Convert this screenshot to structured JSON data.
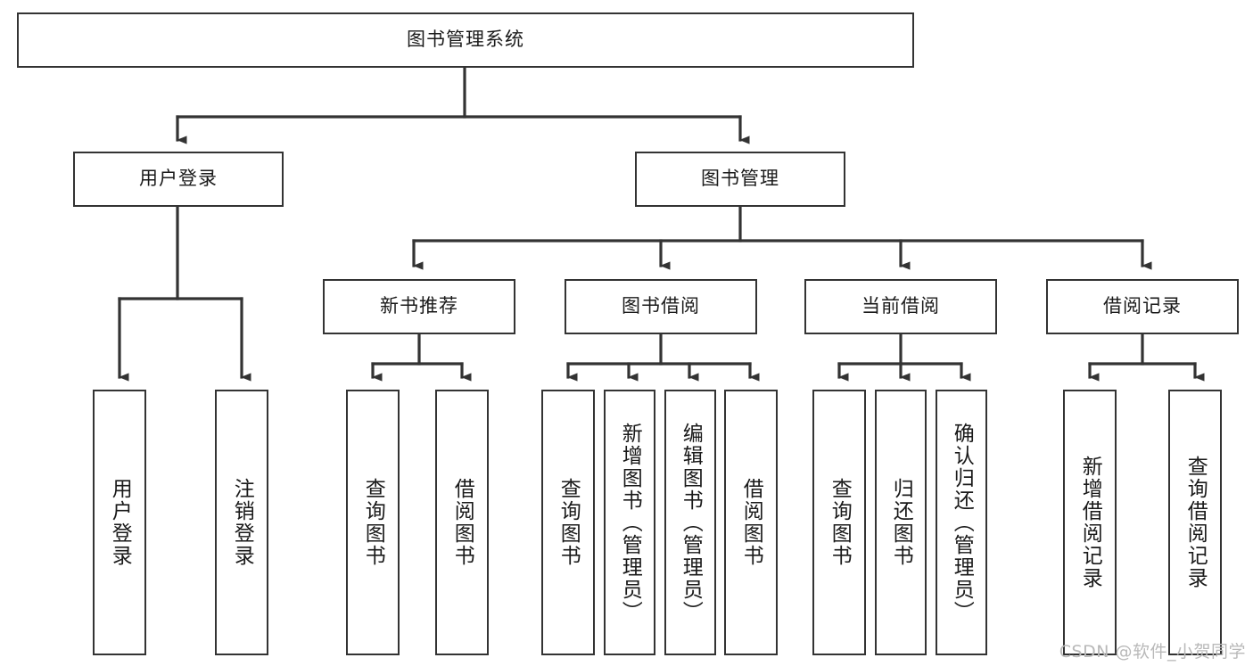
{
  "diagram": {
    "type": "tree",
    "title": "图书管理系统",
    "orientation": "top-down",
    "colors": {
      "box_border": "#333333",
      "box_fill": "#ffffff",
      "edge": "#333333",
      "text": "#1a1a1a",
      "watermark": "#b9b9b9",
      "background": "#ffffff"
    },
    "root": {
      "id": "root",
      "label": "图书管理系统"
    },
    "level2": [
      {
        "id": "user-login",
        "label": "用户登录"
      },
      {
        "id": "book-manage",
        "label": "图书管理"
      }
    ],
    "level3": [
      {
        "id": "new-book-rec",
        "label": "新书推荐",
        "parent": "book-manage"
      },
      {
        "id": "book-borrow",
        "label": "图书借阅",
        "parent": "book-manage"
      },
      {
        "id": "current-borrow",
        "label": "当前借阅",
        "parent": "book-manage"
      },
      {
        "id": "borrow-record",
        "label": "借阅记录",
        "parent": "book-manage"
      }
    ],
    "leaves": [
      {
        "id": "leaf-user-login",
        "label": "用户登录",
        "parent": "user-login"
      },
      {
        "id": "leaf-logout",
        "label": "注销登录",
        "parent": "user-login"
      },
      {
        "id": "leaf-query-book-1",
        "label": "查询图书",
        "parent": "new-book-rec"
      },
      {
        "id": "leaf-borrow-book-1",
        "label": "借阅图书",
        "parent": "new-book-rec"
      },
      {
        "id": "leaf-query-book-2",
        "label": "查询图书",
        "parent": "book-borrow"
      },
      {
        "id": "leaf-add-book",
        "label": "新增图书（管理员）",
        "parent": "book-borrow"
      },
      {
        "id": "leaf-edit-book",
        "label": "编辑图书（管理员）",
        "parent": "book-borrow"
      },
      {
        "id": "leaf-borrow-book-2",
        "label": "借阅图书",
        "parent": "book-borrow"
      },
      {
        "id": "leaf-query-book-3",
        "label": "查询图书",
        "parent": "current-borrow"
      },
      {
        "id": "leaf-return-book",
        "label": "归还图书",
        "parent": "current-borrow"
      },
      {
        "id": "leaf-confirm-return",
        "label": "确认归还（管理员）",
        "parent": "current-borrow"
      },
      {
        "id": "leaf-add-record",
        "label": "新增借阅记录",
        "parent": "borrow-record"
      },
      {
        "id": "leaf-query-record",
        "label": "查询借阅记录",
        "parent": "borrow-record"
      }
    ],
    "watermark": "CSDN @软件_小贺同学"
  }
}
